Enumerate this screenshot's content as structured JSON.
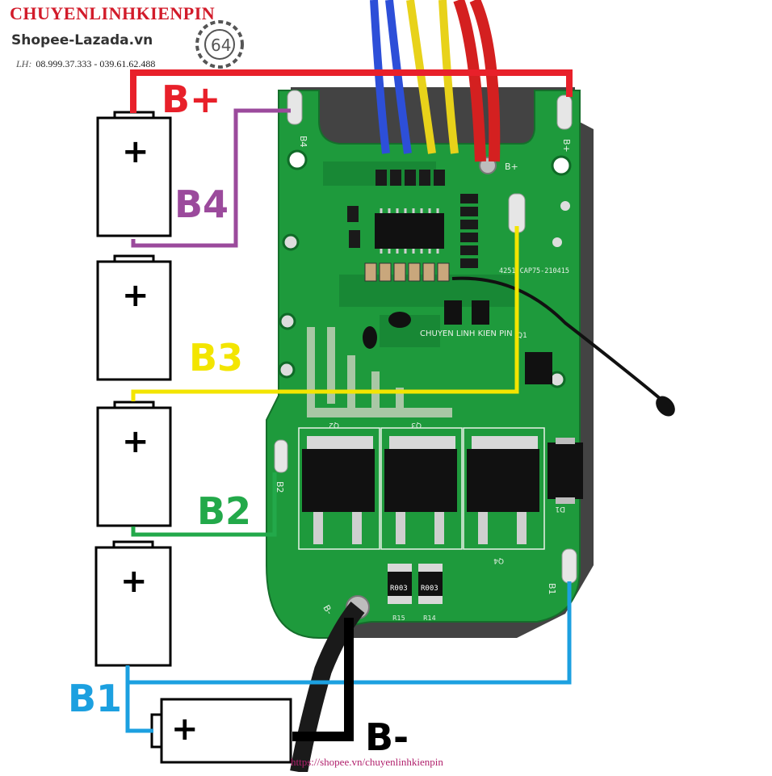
{
  "watermark": {
    "brand": "CHUYENLINHKIENPIN",
    "shops": "Shopee-Lazada.vn",
    "phone_prefix": "LH:",
    "phones": "08.999.37.333 - 039.61.62.488",
    "logo_text": "64",
    "url": "https://shopee.vn/chuyenlinhkienpin"
  },
  "wires": {
    "bplus": {
      "label": "B+",
      "color": "#e8202a"
    },
    "b4": {
      "label": "B4",
      "color": "#9b4a9c"
    },
    "b3": {
      "label": "B3",
      "color": "#f3e500"
    },
    "b2": {
      "label": "B2",
      "color": "#23a94a"
    },
    "b1": {
      "label": "B1",
      "color": "#1ca0e0"
    },
    "bminus": {
      "label": "B-",
      "color": "#000000"
    }
  },
  "cells": [
    {
      "label": "+"
    },
    {
      "label": "+"
    },
    {
      "label": "+"
    },
    {
      "label": "+"
    },
    {
      "label": "+"
    }
  ],
  "board": {
    "pad_labels": {
      "b4": "B4",
      "bplus": "B+",
      "b2": "B2",
      "b1": "B1",
      "bminus": "B-"
    },
    "part_no": "4251-CAP75-210415",
    "silk_brand": "CHUYEN LINH KIEN PIN",
    "resistor_code": "R003",
    "ref_q1": "Q1",
    "ref_q2": "Q2",
    "ref_q3": "Q3",
    "ref_q4": "Q4",
    "ref_d1": "D1",
    "ref_r14": "R14",
    "ref_r15": "R15"
  },
  "colors": {
    "pcb": "#1e9a3c",
    "pcb_dark": "#12782c",
    "silk": "#e8f1e8",
    "chip": "#1a1a1a"
  }
}
